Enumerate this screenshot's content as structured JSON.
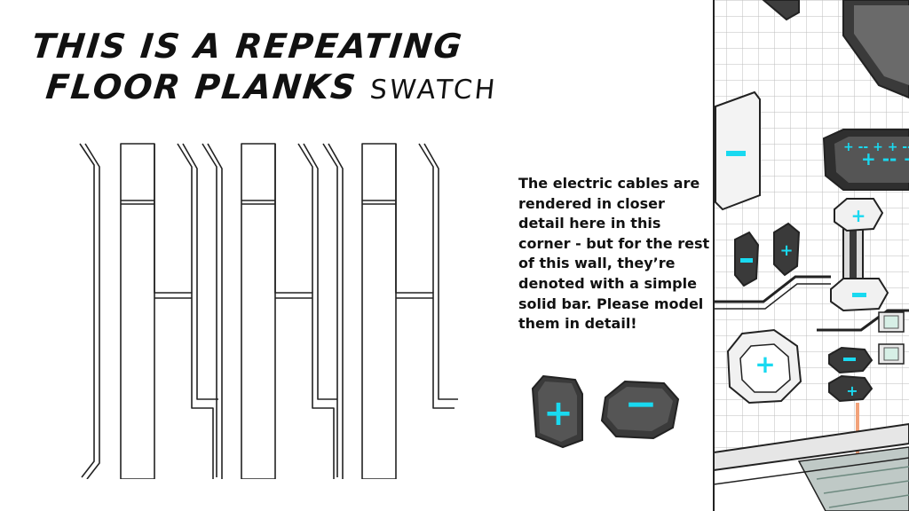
{
  "title": {
    "line1": "THIS IS A REPEATING",
    "line2_bold": "FLOOR PLANKS",
    "line2_rest": "SWATCH"
  },
  "note": {
    "text": "The electric cables are rendered in closer detail here in this corner - but for the rest of this wall, they’re denoted with a simple solid bar. Please model them in detail!"
  },
  "buttons": {
    "plus_symbol": "+",
    "minus_symbol": "−"
  },
  "colors": {
    "accent_cyan": "#19d9f0",
    "outline": "#222222",
    "panel_dark": "#4a4a4a",
    "cable_orange": "#f2a27a"
  }
}
